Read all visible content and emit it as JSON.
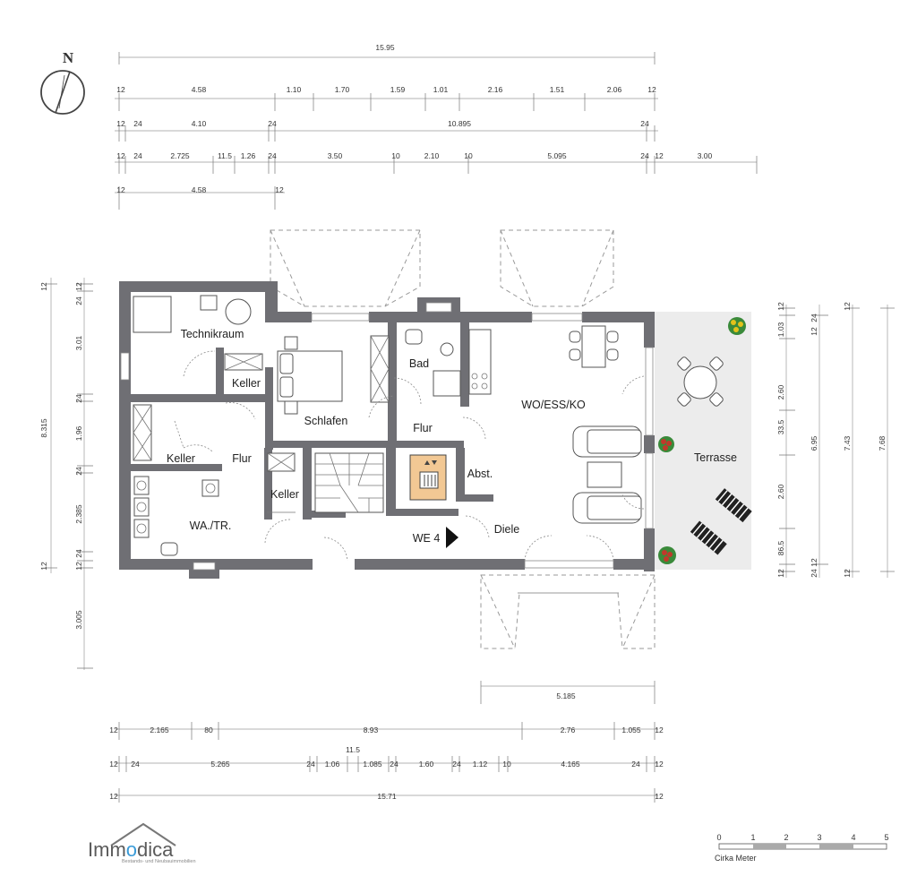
{
  "north_label": "N",
  "rooms": {
    "technikraum": "Technikraum",
    "keller_top": "Keller",
    "bad": "Bad",
    "schlafen": "Schlafen",
    "flur_center": "Flur",
    "wo_ess_ko": "WO/ESS/KO",
    "keller_left": "Keller",
    "flur_left": "Flur",
    "keller_mid": "Keller",
    "abst": "Abst.",
    "wa_tr": "WA./TR.",
    "we4": "WE 4",
    "diele": "Diele",
    "terrasse": "Terrasse"
  },
  "dimensions": {
    "top_total": "15.95",
    "top_row1": [
      "12",
      "4.58",
      "1.10",
      "1.70",
      "1.59",
      "1.01",
      "2.16",
      "1.51",
      "2.06",
      "12"
    ],
    "top_row2": [
      "12",
      "24",
      "4.10",
      "24",
      "10.895",
      "24"
    ],
    "top_row3": [
      "12",
      "24",
      "2.725",
      "11.5",
      "1.26",
      "24",
      "3.50",
      "10",
      "2.10",
      "10",
      "5.095",
      "24",
      "12",
      "3.00"
    ],
    "top_row4": [
      "12",
      "4.58",
      "12"
    ],
    "left_outer": "8.315",
    "left_inner": [
      "12",
      "24",
      "3.01",
      "24",
      "1.96",
      "24",
      "2.385",
      "24",
      "12"
    ],
    "left_below": "3.005",
    "right_col1": [
      "12",
      "1.03",
      "2.60",
      "33.5",
      "2.60",
      "86.5",
      "12"
    ],
    "right_col2": [
      "24",
      "12",
      "6.95",
      "12",
      "24"
    ],
    "right_col3": [
      "12",
      "7.43",
      "12"
    ],
    "right_col4": "7.68",
    "bottom_porch": "5.185",
    "bottom_row1": [
      "12",
      "2.165",
      "80",
      "8.93",
      "2.76",
      "1.055",
      "12"
    ],
    "bottom_row2_extra": "11.5",
    "bottom_row2": [
      "12",
      "24",
      "5.265",
      "24",
      "1.06",
      "1.085",
      "24",
      "1.60",
      "24",
      "1.12",
      "10",
      "4.165",
      "24",
      "12"
    ],
    "bottom_total": "15.71"
  },
  "logo": {
    "name_part1": "Imm",
    "name_part2": "o",
    "name_part3": "dica",
    "tagline": "Bestands- und Neubauimmobilien",
    "accent_color": "#3a9bd8",
    "text_color": "#5a5a5a"
  },
  "scale_bar": {
    "ticks": [
      "0",
      "1",
      "2",
      "3",
      "4",
      "5"
    ],
    "label": "Cirka Meter"
  },
  "colors": {
    "wall": "#6f6f74",
    "lift_bg": "#f2c894",
    "plant_red": "#c0392b",
    "plant_yellow": "#e3c21a"
  }
}
